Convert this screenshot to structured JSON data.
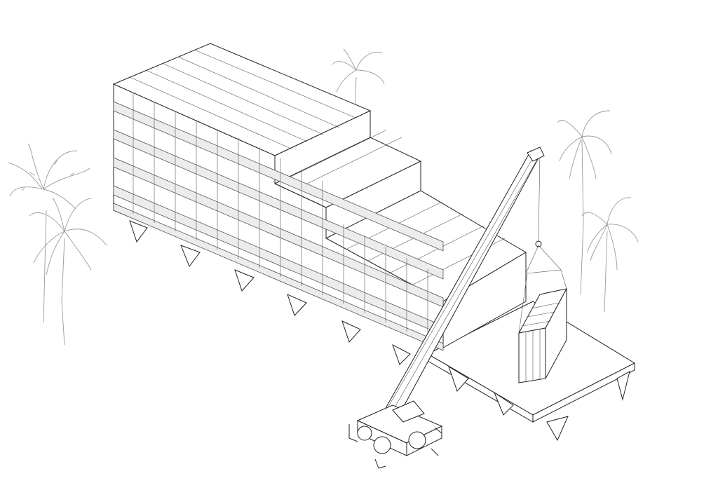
{
  "drawing": {
    "style": "isometric line drawing",
    "colors": {
      "line": "#222222",
      "palm": "#9a9a9a",
      "background": "#ffffff",
      "railing_fill": "#ececec"
    },
    "elements": [
      "modular-building",
      "platform",
      "mobile-crane",
      "hanging-container",
      "palm-trees"
    ]
  }
}
